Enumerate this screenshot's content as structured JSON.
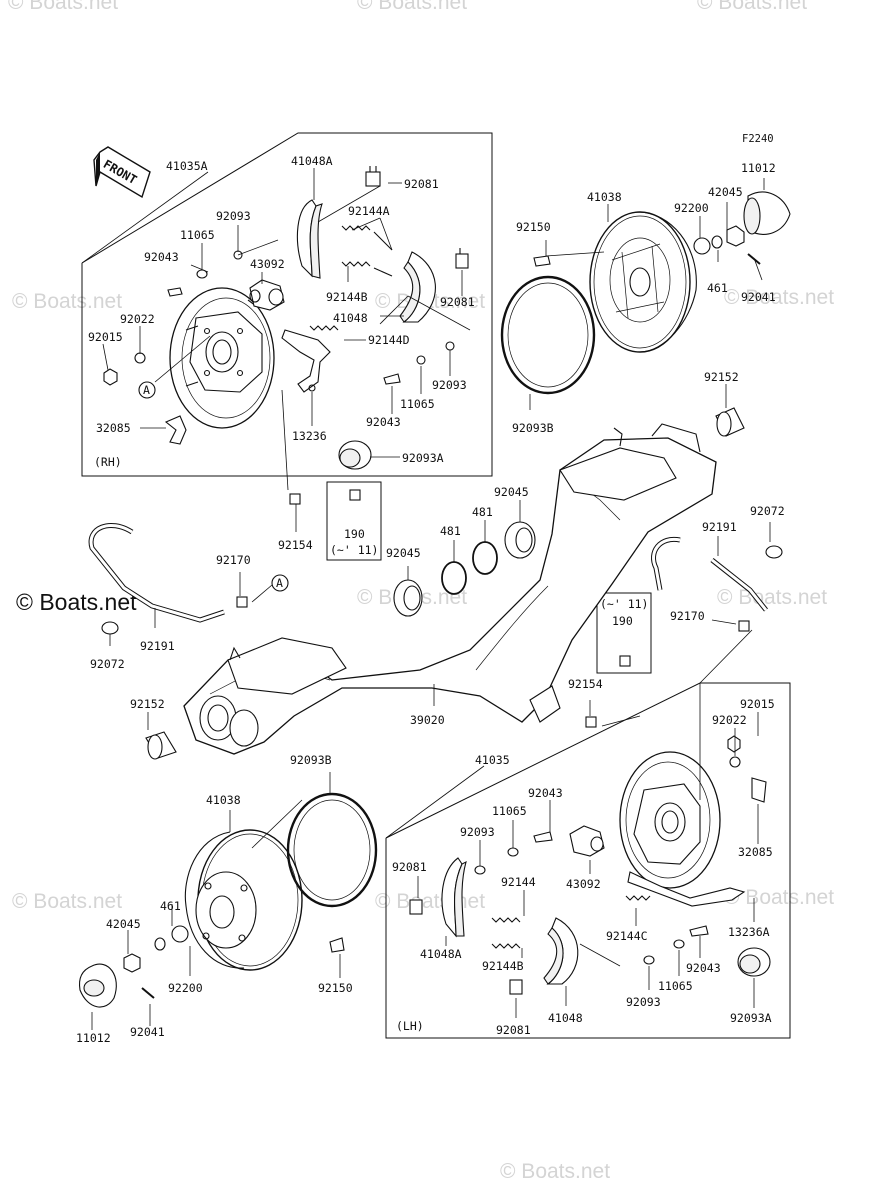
{
  "figure_code": "F2240",
  "watermarks": [
    "© Boats.net",
    "© Boats.net",
    "© Boats.net",
    "© Boats.net",
    "© Boats.net",
    "© Boats.net",
    "© Boats.net",
    "© Boats.net",
    "© Boats.net",
    "© Boats.net",
    "© Boats.net",
    "© Boats.net"
  ],
  "watermark_bold": "© Boats.net",
  "direction_arrow": "FRONT",
  "box_labels": {
    "rh": "(RH)",
    "lh": "(LH)"
  },
  "callouts": {
    "a1": "A",
    "a2": "A"
  },
  "serial_notes": {
    "upper": {
      "part": "190",
      "range": "(~' 11)"
    },
    "lower": {
      "part": "190",
      "range": "(~' 11)"
    }
  },
  "parts": {
    "p41035A": "41035A",
    "p41048A_rh": "41048A",
    "p92081_rh1": "92081",
    "p92144A": "92144A",
    "p92093_rh1": "92093",
    "p11065_rh1": "11065",
    "p92043_rh1": "92043",
    "p43092_rh": "43092",
    "p92144B_rh": "92144B",
    "p92081_rh2": "92081",
    "p41048_rh": "41048",
    "p92022_rh": "92022",
    "p92015_rh": "92015",
    "p92144D": "92144D",
    "p92093_rh2": "92093",
    "p11065_rh2": "11065",
    "p92043_rh2": "92043",
    "p32085_rh": "32085",
    "p13236": "13236",
    "p92093A_rh": "92093A",
    "p41038_r": "41038",
    "p92150_r": "92150",
    "p92200_r": "92200",
    "p42045_r": "42045",
    "p11012_r": "11012",
    "p461_r": "461",
    "p92041_r": "92041",
    "p92093B_r": "92093B",
    "p92152_r": "92152",
    "p92154_u": "92154",
    "p92045_u": "92045",
    "p481_u1": "481",
    "p481_u2": "481",
    "p92045_l": "92045",
    "p92191_r": "92191",
    "p92072_r": "92072",
    "p92170_l": "92170",
    "p92191_l": "92191",
    "p92072_l": "92072",
    "p92170_r": "92170",
    "p92152_l": "92152",
    "p39020": "39020",
    "p92154_l": "92154",
    "p92093B_l": "92093B",
    "p41035": "41035",
    "p92043_lh1": "92043",
    "p11065_lh1": "11065",
    "p92093_lh1": "92093",
    "p92081_lh1": "92081",
    "p92144": "92144",
    "p43092_lh": "43092",
    "p41048A_lh": "41048A",
    "p92144B_lh": "92144B",
    "p92081_lh2": "92081",
    "p41048_lh": "41048",
    "p92144C": "92144C",
    "p92093_lh2": "92093",
    "p11065_lh2": "11065",
    "p92043_lh2": "92043",
    "p13236A": "13236A",
    "p92093A_lh": "92093A",
    "p92015_lh": "92015",
    "p92022_lh": "92022",
    "p32085_lh": "32085",
    "p41038_l": "41038",
    "p461_l": "461",
    "p42045_l": "42045",
    "p92200_l": "92200",
    "p92150_l": "92150",
    "p11012_l": "11012",
    "p92041_l": "92041"
  }
}
